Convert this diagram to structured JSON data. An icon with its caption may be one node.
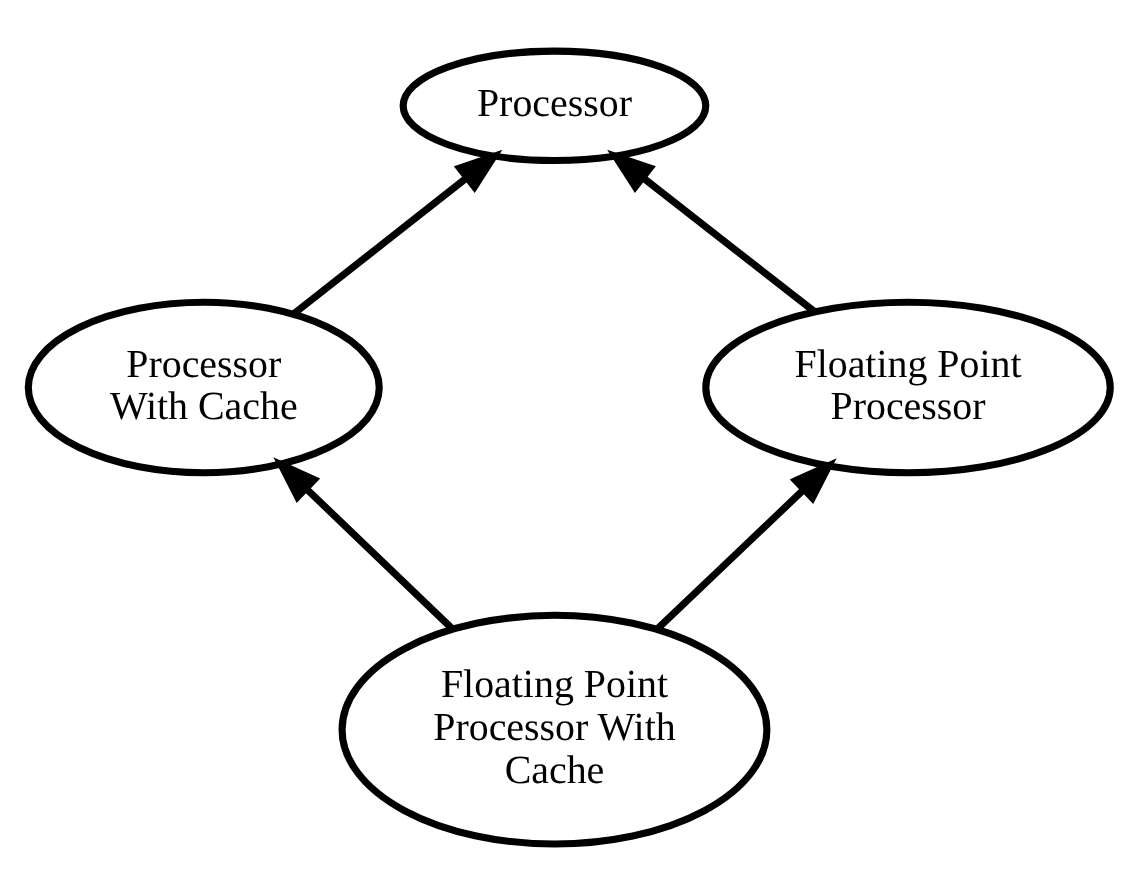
{
  "diagram": {
    "nodes": [
      {
        "text": [
          "Processor"
        ]
      },
      {
        "text": [
          "Processor With Cache"
        ]
      },
      {
        "text": [
          "Floating Point Processor"
        ]
      },
      {
        "text": [
          "Floating Point Processor With Cache"
        ]
      }
    ],
    "edges": [
      {
        "from": 1,
        "to": 0,
        "arrow": "to"
      },
      {
        "from": 2,
        "to": 0,
        "arrow": "to"
      },
      {
        "from": 3,
        "to": 1,
        "arrow": "to"
      },
      {
        "from": 3,
        "to": 2,
        "arrow": "to"
      }
    ]
  }
}
